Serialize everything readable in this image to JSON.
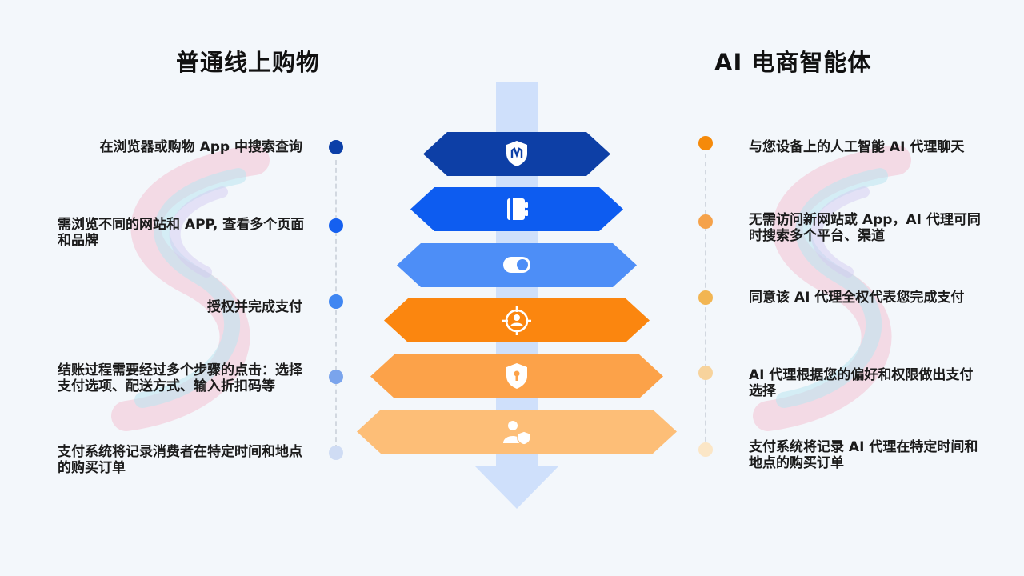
{
  "left": {
    "title": "普通线上购物",
    "steps": [
      {
        "text": "在浏览器或购物 App 中搜索查询"
      },
      {
        "text": "需浏览不同的网站和 APP, 查看多个页面和品牌"
      },
      {
        "text": "授权并完成支付"
      },
      {
        "text": "结账过程需要经过多个步骤的点击：选择支付选项、配送方式、输入折扣码等"
      },
      {
        "text": "支付系统将记录消费者在特定时间和地点的购买订单"
      }
    ]
  },
  "right": {
    "title": "AI 电商智能体",
    "steps": [
      {
        "text": "与您设备上的人工智能 AI 代理聊天"
      },
      {
        "text": "无需访问新网站或 App，AI 代理可同时搜索多个平台、渠道"
      },
      {
        "text": "同意该 AI 代理全权代表您完成支付"
      },
      {
        "text": "AI 代理根据您的偏好和权限做出支付选择"
      },
      {
        "text": "支付系统将记录 AI 代理在特定时间和地点的购买订单"
      }
    ]
  },
  "colors": {
    "left_dots": [
      "#0b3fa8",
      "#1560f0",
      "#3f86f2",
      "#7aa4ec",
      "#cfdcf4"
    ],
    "right_dots": [
      "#f58a0a",
      "#f5a24a",
      "#f2b552",
      "#f7d39c",
      "#fbe6c6"
    ],
    "chevrons": [
      "#0d3fa6",
      "#0d5cf0",
      "#4d8ef7",
      "#fb860f",
      "#fca249",
      "#fdbe77"
    ],
    "arrow": "#cfe0fb"
  },
  "chevron_icons": [
    "ai-shield-icon",
    "notebook-icon",
    "toggle-switch-icon",
    "target-person-icon",
    "security-shield-icon",
    "user-shield-icon"
  ]
}
